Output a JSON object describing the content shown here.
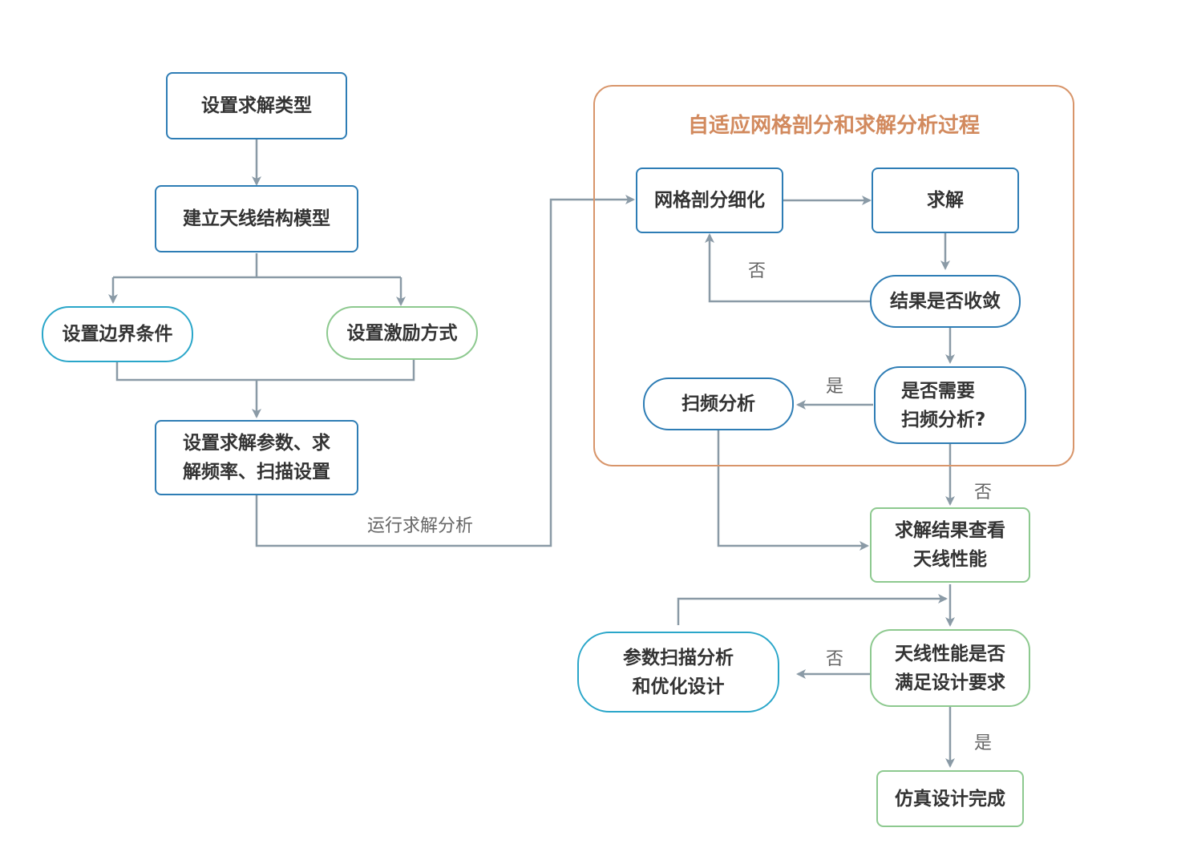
{
  "group": {
    "title": "自适应网格剖分和求解分析过程"
  },
  "nodes": {
    "set_solve_type": [
      "设置求解类型"
    ],
    "build_model": [
      "建立天线结构模型"
    ],
    "set_boundary": [
      "设置边界条件"
    ],
    "set_excitation": [
      "设置激励方式"
    ],
    "set_params": [
      "设置求解参数、求",
      "解频率、扫描设置"
    ],
    "mesh_refine": [
      "网格剖分细化"
    ],
    "solve": [
      "求解"
    ],
    "converged": [
      "结果是否收敛"
    ],
    "need_sweep": [
      "是否需要",
      "扫频分析?"
    ],
    "sweep": [
      "扫频分析"
    ],
    "view_results": [
      "求解结果查看",
      "天线性能"
    ],
    "meets_req": [
      "天线性能是否",
      "满足设计要求"
    ],
    "param_opt": [
      "参数扫描分析",
      "和优化设计"
    ],
    "done": [
      "仿真设计完成"
    ]
  },
  "labels": {
    "run_analysis": "运行求解分析",
    "no_converge": "否",
    "yes_sweep": "是",
    "no_sweep": "否",
    "no_meets": "否",
    "yes_meets": "是"
  },
  "colors": {
    "arrow": "#8a9aa6",
    "blue": "#2e7db5",
    "cyan": "#2aa6c9",
    "green": "#8dc98f",
    "orange": "#d8956a"
  }
}
